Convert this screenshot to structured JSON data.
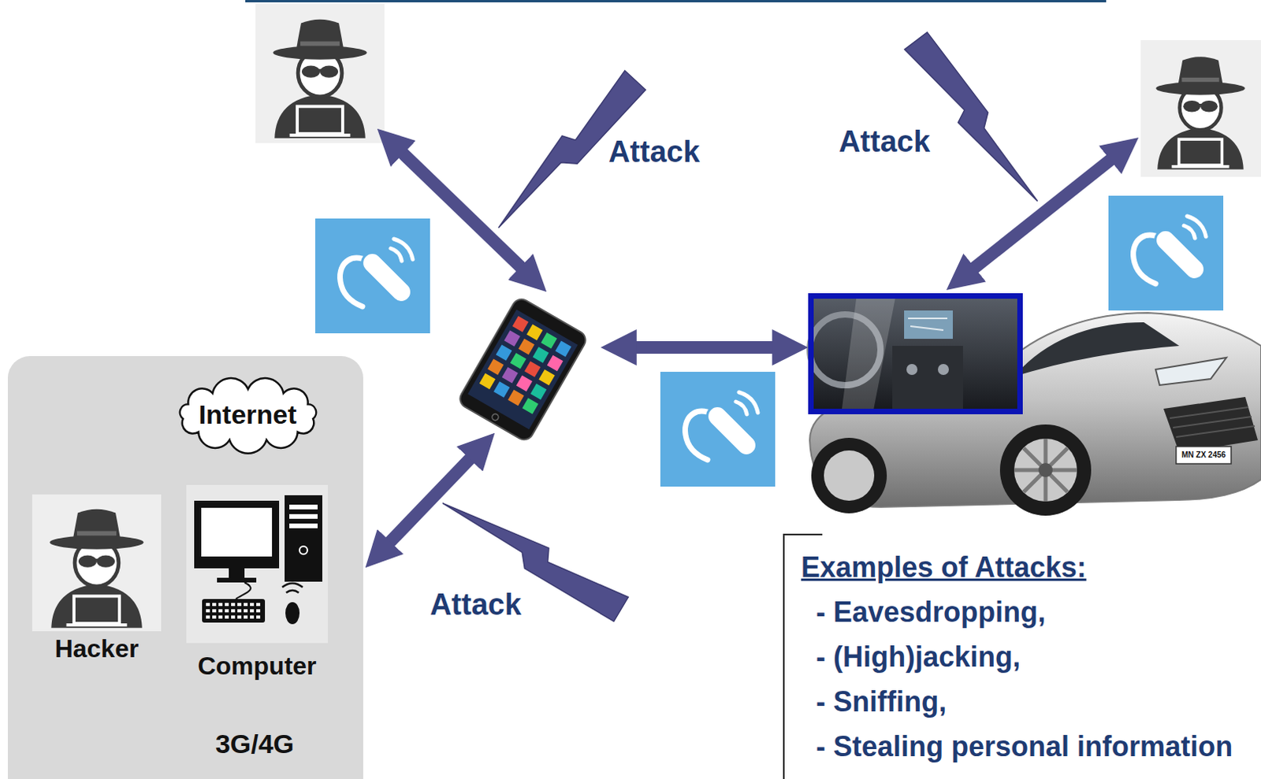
{
  "diagram": {
    "nodes": [
      {
        "text": [
          "3G/4G"
        ]
      },
      {
        "text": [
          "Internet"
        ],
        "in": 0
      },
      {
        "text": [
          "Hacker"
        ],
        "in": 0
      },
      {
        "text": [
          "Computer"
        ],
        "in": 0
      },
      {
        "text": [
          "Examples of Attacks:",
          "- Eavesdropping,",
          "- (High)jacking,",
          "- Sniffing,",
          "- Stealing personal information"
        ]
      }
    ],
    "labels": [
      "Attack",
      "Attack",
      "Attack",
      "MN ZX 2456"
    ]
  }
}
